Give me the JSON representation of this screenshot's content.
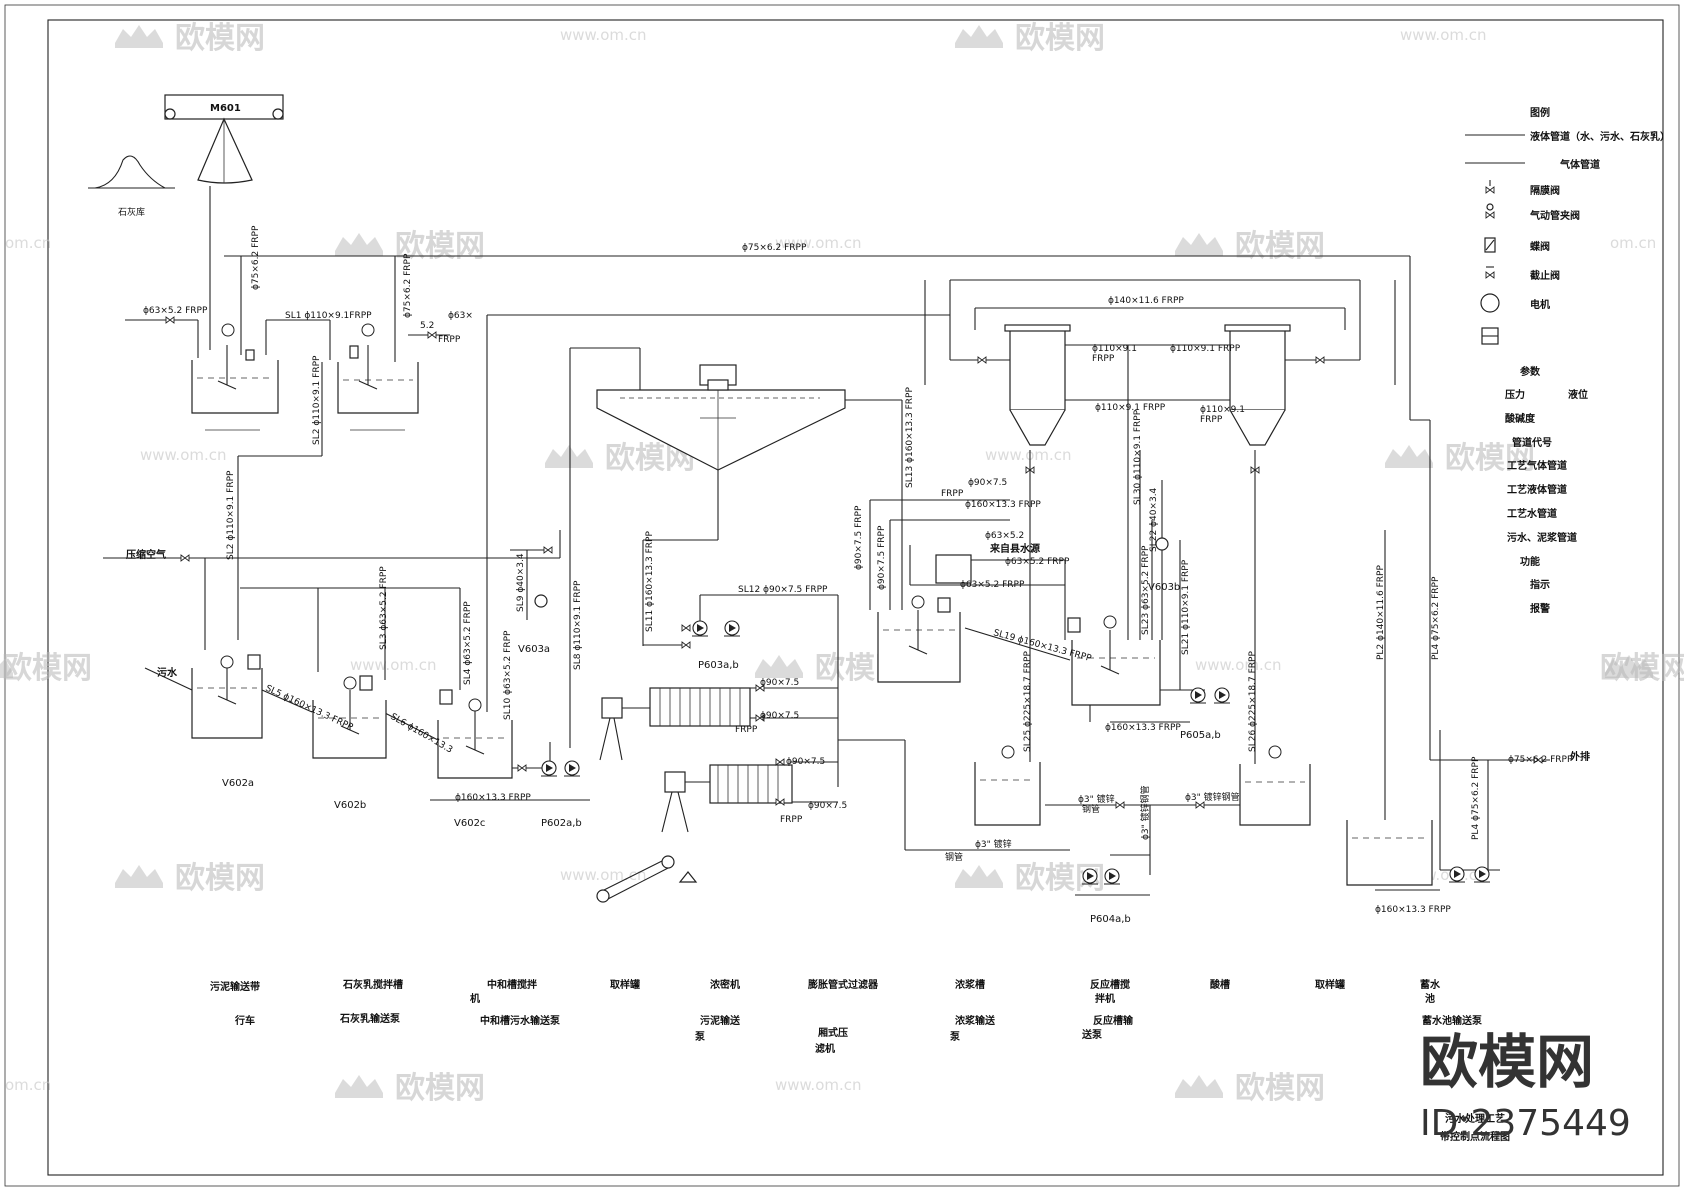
{
  "equipment": {
    "m601": "M601",
    "lime_yard": "石灰库",
    "v602a": "V602a",
    "v602b": "V602b",
    "v602c": "V602c",
    "v603a": "V603a",
    "v603b": "V603b",
    "p602": "P602a,b",
    "p603": "P603a,b",
    "p604": "P604a,b",
    "p605": "P605a,b",
    "sewage": "污水",
    "compressed_air": "压缩空气",
    "outfall": "外排",
    "tap_water": "来自县水源"
  },
  "pipes": {
    "p75_62": "ϕ75×6.2 FRPP",
    "p63_52": "ϕ63×5.2 FRPP",
    "sl1": "SL1 ϕ110×9.1FRPP",
    "sl2a": "SL2 ϕ110×9.1 FRPP",
    "sl2b": "SL2 ϕ110×9.1 FRPP",
    "p75v": "ϕ75×6.2 FRPP",
    "p63x": "ϕ63×",
    "p52": "5.2",
    "frpp": "FRPP",
    "p140": "ϕ140×11.6 FRPP",
    "p110a": "ϕ110×9.1",
    "p110b": "ϕ110×9.1 FRPP",
    "p110c": "ϕ110×9.1 FRPP",
    "p110d": "ϕ110×9.1",
    "sl13": "SL13 ϕ160×13.3 FRPP",
    "sl11": "SL11 ϕ160×13.3 FRPP",
    "sl12": "SL12 ϕ90×7.5 FRPP",
    "sl8": "SL8 ϕ110×9.1 FRPP",
    "sl9": "SL9 ϕ40×3.4",
    "sl10": "SL10 ϕ63×5.2 FRPP",
    "sl3": "SL3 ϕ63×5.2 FRPP",
    "sl4": "SL4 ϕ63×5.2 FRPP",
    "sl5": "SL5 ϕ160×13.3 FRPP",
    "sl6": "SL6 ϕ160×13.3",
    "sl7": "ϕ160×13.3 FRPP",
    "p90a": "ϕ90×7.5",
    "p160a": "ϕ160×13.3 FRPP",
    "p90v1": "ϕ90×7.5 FRPP",
    "p90v2": "ϕ90×7.5 FRPP",
    "p63c": "ϕ63×5.2",
    "p63d": "ϕ63×5.2 FRPP",
    "p63e": "ϕ63×5.2 FRPP",
    "sl30": "SL30 ϕ110×9.1 FRPP",
    "sl22": "SL22 ϕ40×3.4",
    "sl23": "SL23 ϕ63×5.2 FRPP",
    "sl21": "SL21 ϕ110×9.1 FRPP",
    "sl19": "SL19 ϕ160×13.3 FRPP",
    "sl25": "SL25 ϕ225×18.7 FRPP",
    "sl26": "SL26 ϕ225×18.7 FRPP",
    "p160b": "ϕ160×13.3 FRPP",
    "p90b": "ϕ90×7.5",
    "p90c": "ϕ90×7.5",
    "p90d": "ϕ90×7.5",
    "p90e": "ϕ90×7.5",
    "frpp2": "FRPP",
    "steel3a": "ϕ3\" 镀锌",
    "steel3b": "ϕ3\" 镀锌钢管",
    "steel3c": "ϕ3\" 镀锌钢管",
    "steel3d": "ϕ3\" 镀锌",
    "steel": "钢管",
    "steel2": "钢管",
    "pl2": "PL2 ϕ140×11.6 FRPP",
    "pl4a": "PL4 ϕ75×6.2 FRPP",
    "pl4b": "PL4 ϕ75×6.2 FRPP",
    "p75out": "ϕ75×6.2 FRPP",
    "p160c": "ϕ160×13.3 FRPP"
  },
  "legend": {
    "title": "图例",
    "liquid": "液体管道（水、污水、石灰乳）",
    "gas": "气体管道",
    "diaphragm": "隔膜阀",
    "pinch": "气动管夹阀",
    "butterfly": "蝶阀",
    "globe": "截止阀",
    "motor": "电机",
    "params": "参数",
    "pressure": "压力",
    "level": "液位",
    "ph": "酸碱度",
    "pipe_code": "管道代号",
    "proc_gas": "工艺气体管道",
    "proc_liquid": "工艺液体管道",
    "proc_water": "工艺水管道",
    "sludge": "污水、泥浆管道",
    "function": "功能",
    "indicate": "指示",
    "alarm": "报警"
  },
  "bottom_labels": {
    "l1": "污泥输送带",
    "l1b": "行车",
    "l2": "石灰乳搅拌槽",
    "l2b": "石灰乳输送泵",
    "l3": "中和槽搅拌",
    "l3a": "机",
    "l3b": "中和槽污水输送泵",
    "l4": "取样罐",
    "l5": "浓密机",
    "l5b": "污泥输送",
    "l5c": "泵",
    "l6": "膨胀管式过滤器",
    "l6b": "厢式压",
    "l6c": "滤机",
    "l7": "浓浆槽",
    "l7b": "浓浆输送",
    "l7c": "泵",
    "l8": "反应槽搅",
    "l8a": "拌机",
    "l8b": "反应槽输",
    "l8c": "送泵",
    "l9": "酸槽",
    "l10": "取样罐",
    "l11": "蓄水",
    "l11a": "池",
    "l11b": "蓄水池输送泵"
  },
  "title_block": {
    "line1": "污水处理工艺",
    "line2": "带控制点流程图"
  },
  "watermark": {
    "brand": "欧模网",
    "url": "www.om.cn",
    "url_short": "om.cn",
    "id": "ID:2375449"
  }
}
